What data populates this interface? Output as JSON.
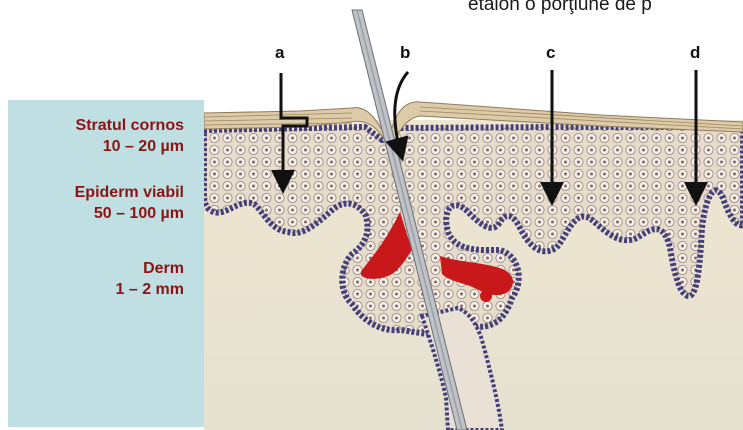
{
  "caption": "etalon o porţiune de p",
  "layers": [
    {
      "name": "Stratul cornos",
      "thickness": "10 – 20 µm"
    },
    {
      "name": "Epiderm viabil",
      "thickness": "50 – 100 µm"
    },
    {
      "name": "Derm",
      "thickness": "1 – 2 mm"
    }
  ],
  "pathway_labels": {
    "a": "a",
    "b": "b",
    "c": "c",
    "d": "d"
  },
  "colors": {
    "legend_bg": "#bfdfe2",
    "legend_text": "#8b1414",
    "dermis": "#ece2cd",
    "epidermis_cells": "#e7dccb",
    "basal_layer": "#4a3f7d",
    "stratum_corneum": "#dccaa8",
    "blood_vessel": "#c8181a"
  }
}
